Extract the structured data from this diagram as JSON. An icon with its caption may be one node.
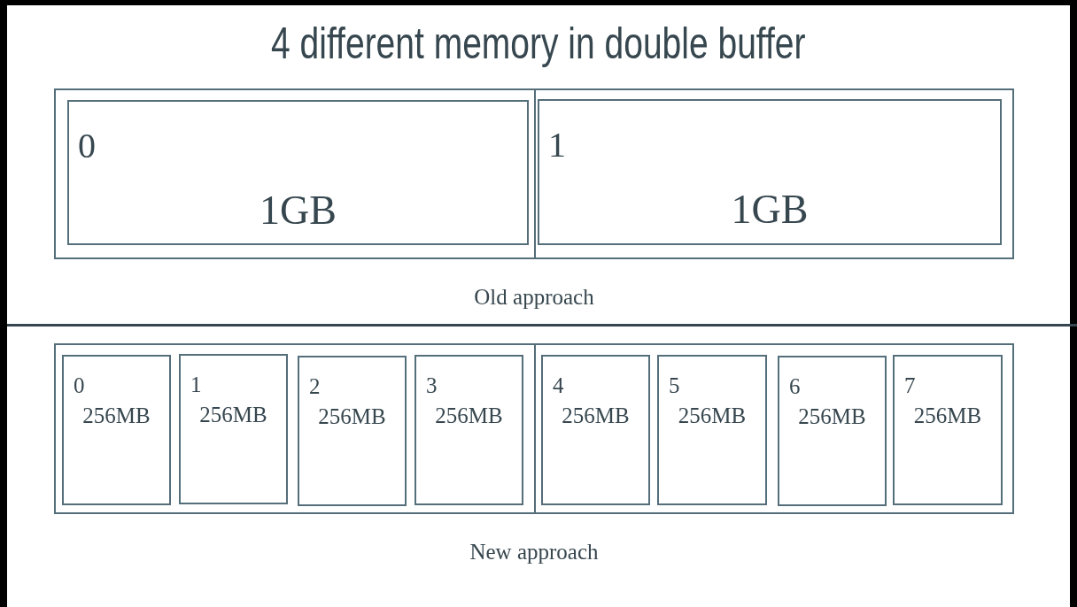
{
  "diagram": {
    "title": "4 different memory in double buffer",
    "nodes": [
      {
        "text": [],
        "shape": "box",
        "beside": [
          "Old approach"
        ]
      },
      {
        "text": [
          "0",
          "1GB"
        ],
        "in": 0
      },
      {
        "text": [
          "1",
          "1GB"
        ],
        "in": 0
      },
      {
        "text": [],
        "shape": "box",
        "beside": [
          "New approach"
        ]
      },
      {
        "text": [
          "0",
          "256MB"
        ],
        "in": 3
      },
      {
        "text": [
          "1",
          "256MB"
        ],
        "in": 3
      },
      {
        "text": [
          "2",
          "256MB"
        ],
        "in": 3
      },
      {
        "text": [
          "3",
          "256MB"
        ],
        "in": 3
      },
      {
        "text": [
          "4",
          "256MB"
        ],
        "in": 3
      },
      {
        "text": [
          "5",
          "256MB"
        ],
        "in": 3
      },
      {
        "text": [
          "6",
          "256MB"
        ],
        "in": 3
      },
      {
        "text": [
          "7",
          "256MB"
        ],
        "in": 3
      }
    ]
  }
}
